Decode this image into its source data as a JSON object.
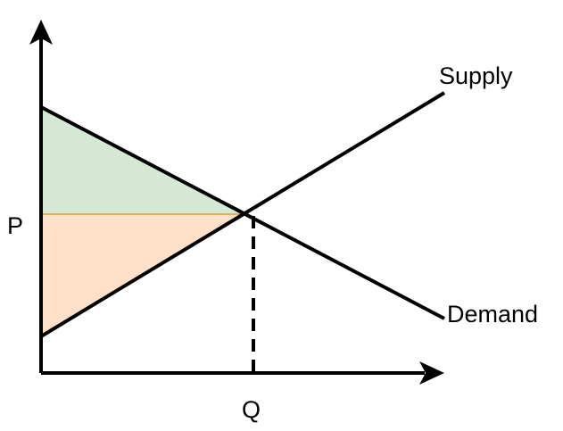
{
  "diagram": {
    "labels": {
      "price": "P",
      "quantity": "Q",
      "supply": "Supply",
      "demand": "Demand"
    },
    "colors": {
      "line": "#000000",
      "consumer_surplus_fill": "#d5e8d4",
      "producer_surplus_fill": "#ffe0c8",
      "surplus_border": "#e0b060"
    }
  }
}
